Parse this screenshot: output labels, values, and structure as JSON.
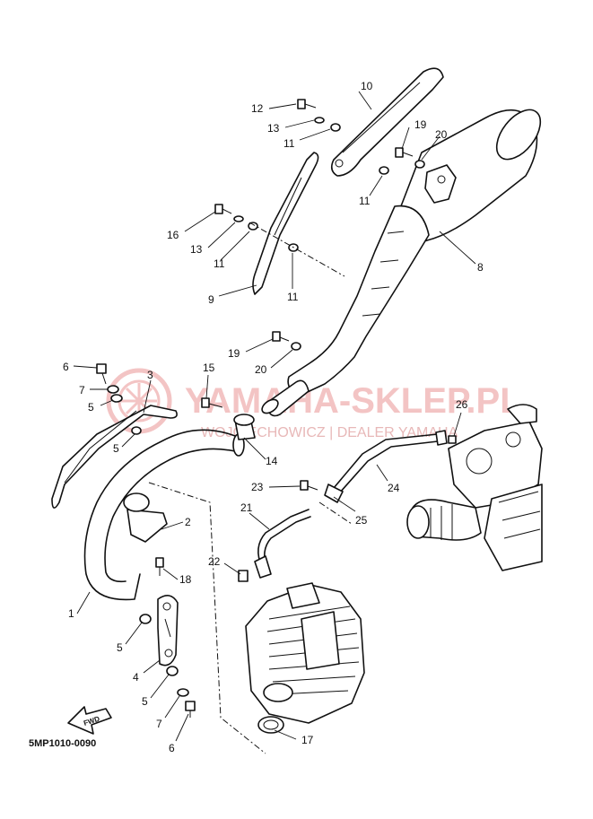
{
  "diagram_code": "5MP1010-0090",
  "fwd_label": "FWD",
  "watermark": {
    "main": "YAMAHA-SKLEP.PL",
    "sub": "WOJCIECHOWICZ | DEALER YAMAHA"
  },
  "callouts": [
    {
      "id": "c1",
      "text": "1"
    },
    {
      "id": "c2",
      "text": "2"
    },
    {
      "id": "c3",
      "text": "3"
    },
    {
      "id": "c4",
      "text": "4"
    },
    {
      "id": "c5a",
      "text": "5"
    },
    {
      "id": "c5b",
      "text": "5"
    },
    {
      "id": "c5c",
      "text": "5"
    },
    {
      "id": "c5d",
      "text": "5"
    },
    {
      "id": "c6a",
      "text": "6"
    },
    {
      "id": "c6b",
      "text": "6"
    },
    {
      "id": "c7a",
      "text": "7"
    },
    {
      "id": "c7b",
      "text": "7"
    },
    {
      "id": "c8",
      "text": "8"
    },
    {
      "id": "c9",
      "text": "9"
    },
    {
      "id": "c10",
      "text": "10"
    },
    {
      "id": "c11a",
      "text": "11"
    },
    {
      "id": "c11b",
      "text": "11"
    },
    {
      "id": "c11c",
      "text": "11"
    },
    {
      "id": "c11d",
      "text": "11"
    },
    {
      "id": "c12",
      "text": "12"
    },
    {
      "id": "c13a",
      "text": "13"
    },
    {
      "id": "c13b",
      "text": "13"
    },
    {
      "id": "c14",
      "text": "14"
    },
    {
      "id": "c15",
      "text": "15"
    },
    {
      "id": "c16",
      "text": "16"
    },
    {
      "id": "c17",
      "text": "17"
    },
    {
      "id": "c18",
      "text": "18"
    },
    {
      "id": "c19a",
      "text": "19"
    },
    {
      "id": "c19b",
      "text": "19"
    },
    {
      "id": "c20a",
      "text": "20"
    },
    {
      "id": "c20b",
      "text": "20"
    },
    {
      "id": "c21",
      "text": "21"
    },
    {
      "id": "c22",
      "text": "22"
    },
    {
      "id": "c23",
      "text": "23"
    },
    {
      "id": "c24",
      "text": "24"
    },
    {
      "id": "c25",
      "text": "25"
    },
    {
      "id": "c26",
      "text": "26"
    }
  ]
}
